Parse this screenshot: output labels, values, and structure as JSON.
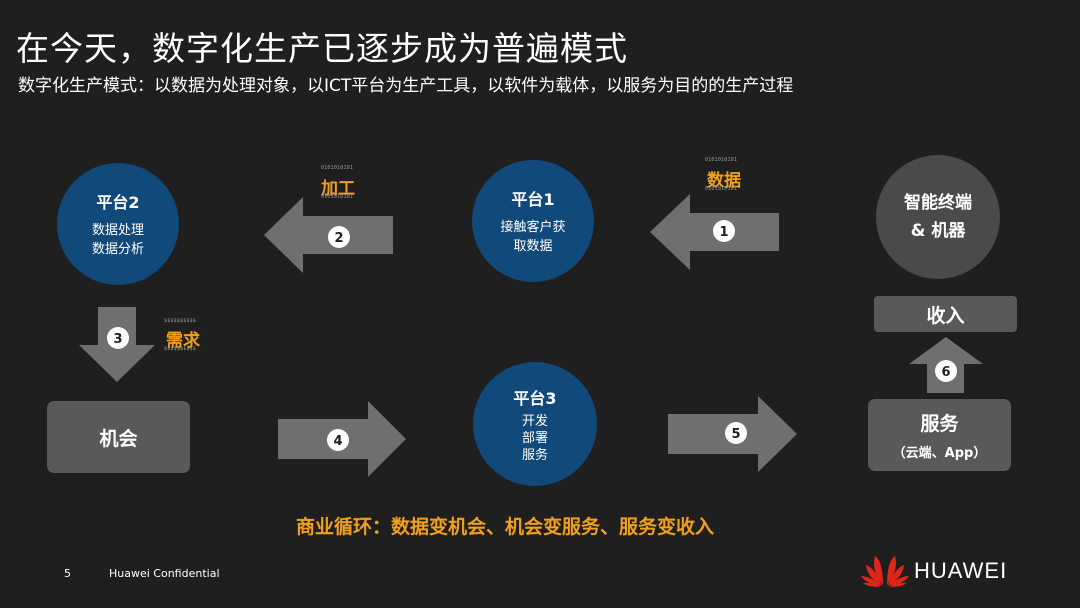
{
  "title": "在今天，数字化生产已逐步成为普遍模式",
  "subtitle": "数字化生产模式：以数据为处理对象，以ICT平台为生产工具，以软件为载体，以服务为目的的生产过程",
  "nodes": {
    "platform2": {
      "title": "平台2",
      "lines": [
        "数据处理",
        "数据分析"
      ]
    },
    "platform1": {
      "title": "平台1",
      "lines": [
        "接触客户获",
        "取数据"
      ]
    },
    "terminal": {
      "lines": [
        "智能终端",
        "& 机器"
      ]
    },
    "platform3": {
      "title": "平台3",
      "lines": [
        "开发",
        "部署",
        "服务"
      ]
    },
    "opportunity": {
      "label": "机会"
    },
    "service": {
      "label": "服务",
      "sub": "（云端、App）"
    },
    "revenue": {
      "label": "收入"
    }
  },
  "labels": {
    "data": "数据",
    "process": "加工",
    "demand": "需求",
    "bits_binary": "0101010101",
    "bits_dollar": "$$$$$$$$$$"
  },
  "steps": [
    "1",
    "2",
    "3",
    "4",
    "5",
    "6"
  ],
  "bottom_text": "商业循环：数据变机会、机会变服务、服务变收入",
  "footer": {
    "page": "5",
    "confidential": "Huawei Confidential",
    "brand": "HUAWEI"
  },
  "colors": {
    "background": "#1f1f1f",
    "blue_circle": "#11497a",
    "gray_circle": "#4a4a4a",
    "box": "#595959",
    "arrow": "#6f6f6f",
    "accent_orange": "#f0a01e",
    "huawei_red": "#e1251b"
  }
}
